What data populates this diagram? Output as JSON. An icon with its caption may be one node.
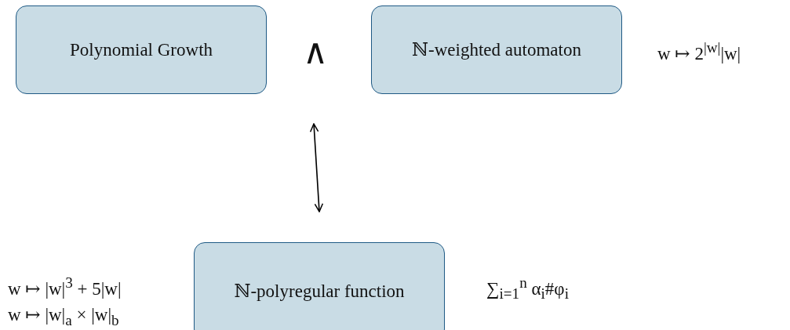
{
  "diagram": {
    "nodes": [
      {
        "text": [
          "Polynomial Growth"
        ]
      },
      {
        "text": [
          "ℕ-weighted automaton"
        ],
        "beside": [
          "w ↦ 2$^{|w|}$|w|"
        ]
      },
      {
        "text": [
          "ℕ-polyregular function"
        ],
        "beside": [
          "w ↦ |w|$^{3}$ + 5|w|",
          "w ↦ |w|$_{a}$ × |w|$_{b}$",
          "∑$_{i=1}$$^{n}$ α$_{i}$#φ$_{i}$"
        ]
      }
    ],
    "edges": [
      {
        "from": null,
        "to": 2,
        "arrow": "both"
      }
    ],
    "labels": [
      "∧"
    ]
  }
}
